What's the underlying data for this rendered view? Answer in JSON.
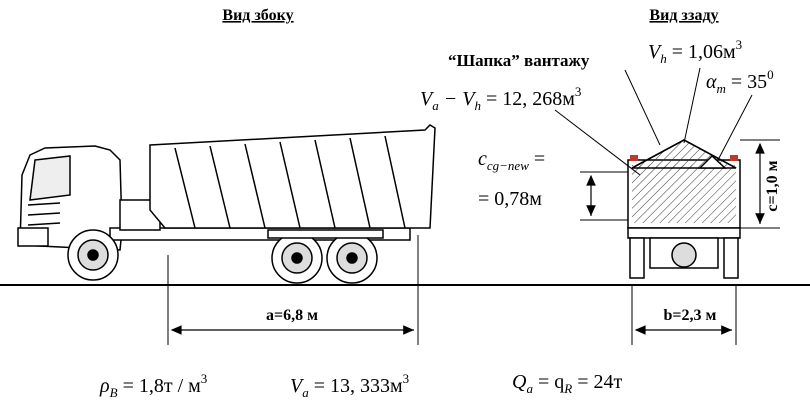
{
  "titles": {
    "side_view": "Вид збоку",
    "rear_view": "Вид ззаду"
  },
  "labels": {
    "cap": "“Шапка” вантажу",
    "vh_lhs": "V",
    "vh_sub": "h",
    "vh_rhs": " = 1,06м",
    "vh_pow": "3",
    "va_vh_lhs": "V",
    "va_sub": "a",
    "va_vh_mid": " − V",
    "va_vh_sub2": "h",
    "va_vh_rhs": " = 12, 268м",
    "va_vh_pow": "3",
    "alpha_sym": "α",
    "alpha_sub": "m",
    "alpha_rhs": " = 35",
    "alpha_pow": "0",
    "ccg_lhs": "c",
    "ccg_sub": "cg−new",
    "ccg_eq": " =",
    "ccg_val": "= 0,78м",
    "c_dim": "c=1,0 м",
    "a_dim": "a=6,8 м",
    "b_dim": "b=2,3 м",
    "rho_sym": "ρ",
    "rho_sub": "B",
    "rho_rhs": " = 1,8т / м",
    "rho_pow": "3",
    "va_sym": "V",
    "va_sym_sub": "a",
    "va_rhs": " = 13, 333м",
    "va_pow": "3",
    "qa_sym": "Q",
    "qa_sub": "a",
    "qa_mid": " = q",
    "qa_sub2": "R",
    "qa_rhs": " = 24т"
  },
  "colors": {
    "ink": "#000000",
    "accent_red": "#c0392b",
    "hatch": "#333333"
  }
}
